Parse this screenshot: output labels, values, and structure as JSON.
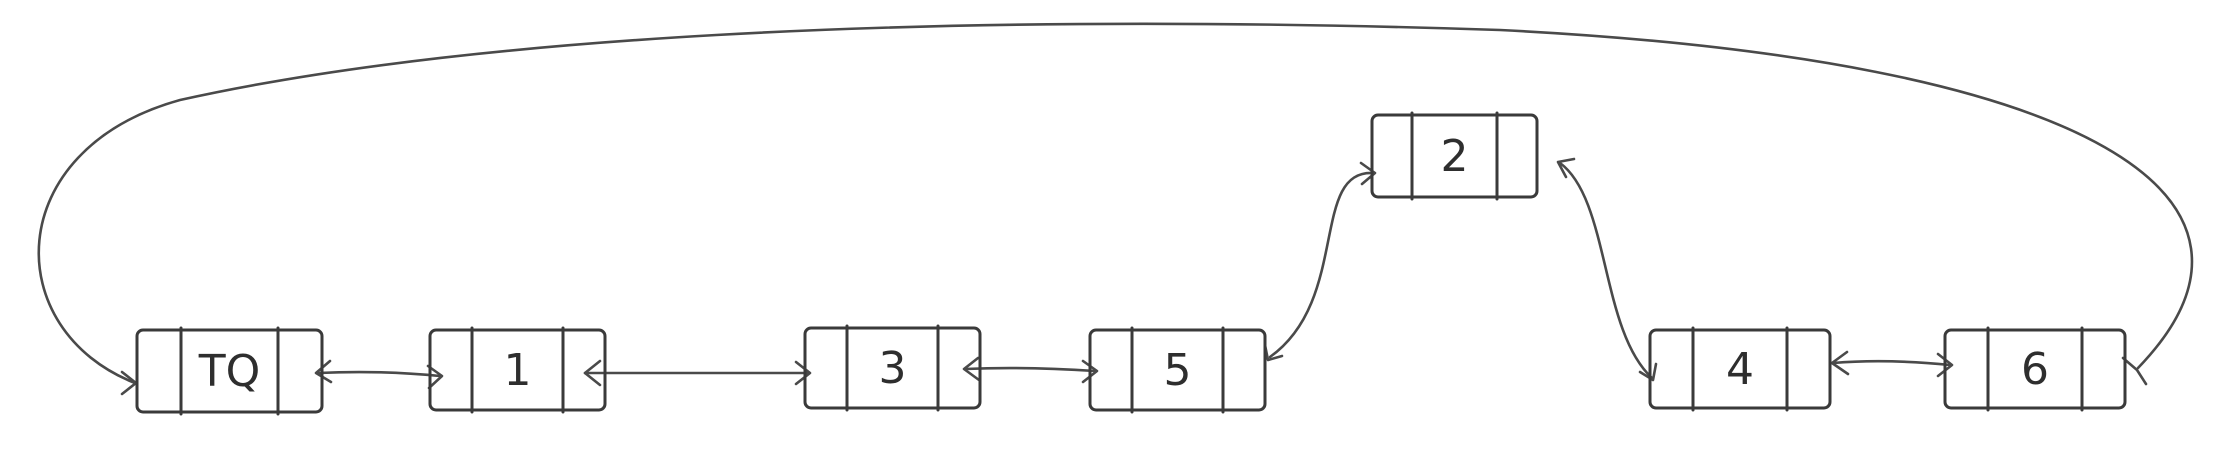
{
  "diagram": {
    "type": "doubly-linked-list",
    "nodes": [
      {
        "id": "tq",
        "label": "TQ"
      },
      {
        "id": "n1",
        "label": "1"
      },
      {
        "id": "n3",
        "label": "3"
      },
      {
        "id": "n5",
        "label": "5"
      },
      {
        "id": "n2",
        "label": "2"
      },
      {
        "id": "n4",
        "label": "4"
      },
      {
        "id": "n6",
        "label": "6"
      }
    ],
    "links": [
      {
        "from": "tq",
        "to": "n1",
        "style": "bidirectional"
      },
      {
        "from": "n1",
        "to": "n3",
        "style": "bidirectional"
      },
      {
        "from": "n3",
        "to": "n5",
        "style": "bidirectional"
      },
      {
        "from": "n5",
        "to": "n2",
        "style": "bidirectional"
      },
      {
        "from": "n2",
        "to": "n4",
        "style": "bidirectional"
      },
      {
        "from": "n4",
        "to": "n6",
        "style": "bidirectional"
      },
      {
        "from": "n6",
        "to": "tq",
        "style": "bidirectional",
        "route": "over-top"
      }
    ],
    "colors": {
      "ink": "#3a3a3a",
      "background": "#ffffff"
    }
  }
}
